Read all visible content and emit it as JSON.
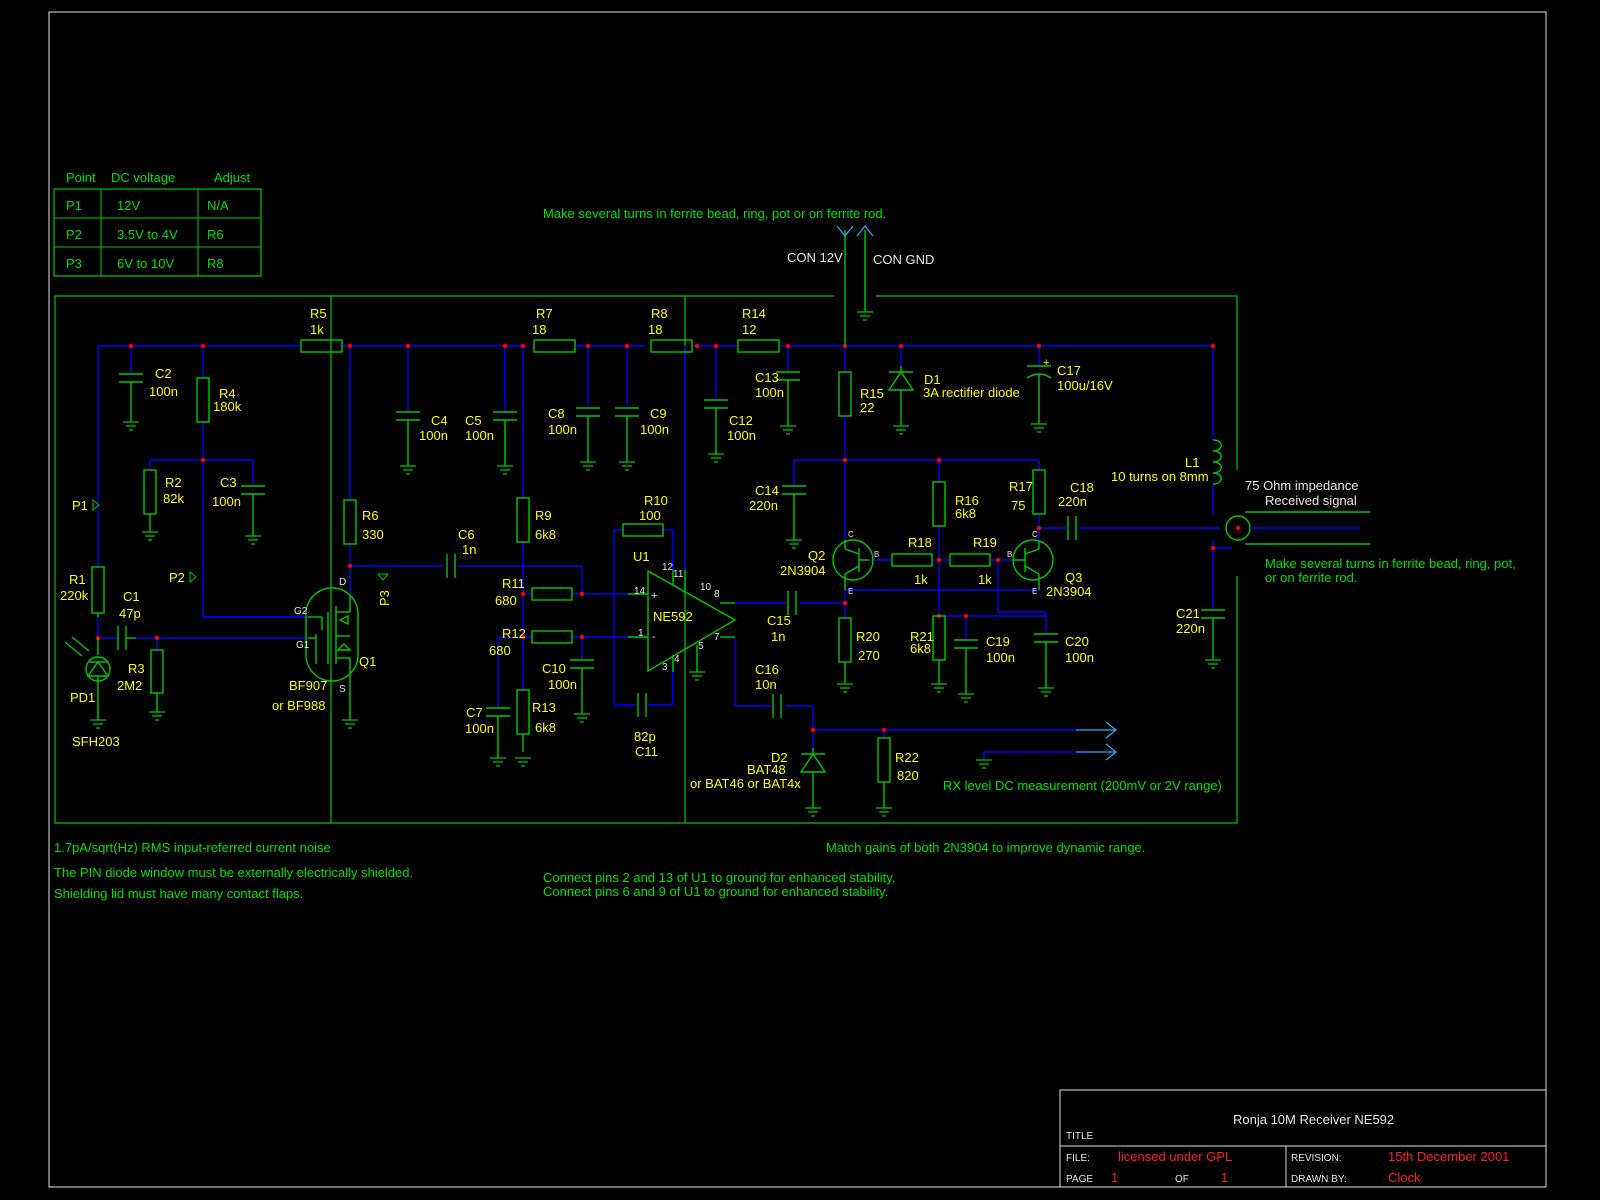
{
  "title_block": {
    "title": "Ronja 10M Receiver NE592",
    "title_label": "TITLE",
    "file_label": "FILE:",
    "file_value": "licensed under GPL",
    "revision_label": "REVISION:",
    "revision_value": "15th December 2001",
    "page_label": "PAGE",
    "page_value": "1",
    "of_label": "OF",
    "of_value": "1",
    "drawn_by_label": "DRAWN BY:",
    "drawn_by_value": "Clock"
  },
  "adjust_table": {
    "headers": [
      "Point",
      "DC voltage",
      "Adjust"
    ],
    "rows": [
      [
        "P1",
        "12V",
        "N/A"
      ],
      [
        "P2",
        "3.5V to 4V",
        "R6"
      ],
      [
        "P3",
        "6V to 10V",
        "R8"
      ]
    ]
  },
  "notes": {
    "ferrite_top": "Make several turns in ferrite bead, ring, pot or on ferrite rod.",
    "ferrite_right_1": "Make several turns in ferrite bead, ring, pot,",
    "ferrite_right_2": "or on ferrite rod.",
    "impedance_1": "75 Ohm impedance",
    "impedance_2": "Received signal",
    "rx_level": "RX level DC measurement (200mV or 2V range)",
    "noise": "1.7pA/sqrt(Hz) RMS input-referred current noise",
    "shield_1": "The PIN diode window must be externally electrically shielded.",
    "shield_2": "Shielding lid must have many contact flaps.",
    "match_gains": "Match gains of both 2N3904 to improve dynamic range.",
    "pins_1": "Connect pins 2 and 13 of U1 to ground for enhanced stability.",
    "pins_2": "Connect pins 6 and 9 of U1 to ground for enhanced stability."
  },
  "connectors": {
    "con12v": "CON 12V",
    "congnd": "CON GND"
  },
  "test_points": {
    "p1": "P1",
    "p2": "P2",
    "p3": "P3"
  },
  "components": {
    "r1": [
      "R1",
      "220k"
    ],
    "r2": [
      "R2",
      "82k"
    ],
    "r3": [
      "R3",
      "2M2"
    ],
    "r4": [
      "R4",
      "180k"
    ],
    "r5": [
      "R5",
      "1k"
    ],
    "r6": [
      "R6",
      "330"
    ],
    "r7": [
      "R7",
      "18"
    ],
    "r8": [
      "R8",
      "18"
    ],
    "r9": [
      "R9",
      "6k8"
    ],
    "r10": [
      "R10",
      "100"
    ],
    "r11": [
      "R11",
      "680"
    ],
    "r12": [
      "R12",
      "680"
    ],
    "r13": [
      "R13",
      "6k8"
    ],
    "r14": [
      "R14",
      "12"
    ],
    "r15": [
      "R15",
      "22"
    ],
    "r16": [
      "R16",
      "6k8"
    ],
    "r17": [
      "R17",
      "75"
    ],
    "r18": [
      "R18",
      "1k"
    ],
    "r19": [
      "R19",
      "1k"
    ],
    "r20": [
      "R20",
      "270"
    ],
    "r21": [
      "R21",
      "6k8"
    ],
    "r22": [
      "R22",
      "820"
    ],
    "c1": [
      "C1",
      "47p"
    ],
    "c2": [
      "C2",
      "100n"
    ],
    "c3": [
      "C3",
      "100n"
    ],
    "c4": [
      "C4",
      "100n"
    ],
    "c5": [
      "C5",
      "100n"
    ],
    "c6": [
      "C6",
      "1n"
    ],
    "c7": [
      "C7",
      "100n"
    ],
    "c8": [
      "C8",
      "100n"
    ],
    "c9": [
      "C9",
      "100n"
    ],
    "c10": [
      "C10",
      "100n"
    ],
    "c11": [
      "82p",
      "C11"
    ],
    "c12": [
      "C12",
      "100n"
    ],
    "c13": [
      "C13",
      "100n"
    ],
    "c14": [
      "C14",
      "220n"
    ],
    "c15": [
      "C15",
      "1n"
    ],
    "c16": [
      "C16",
      "10n"
    ],
    "c17": [
      "C17",
      "100u/16V"
    ],
    "c18": [
      "C18",
      "220n"
    ],
    "c19": [
      "C19",
      "100n"
    ],
    "c20": [
      "C20",
      "100n"
    ],
    "c21": [
      "C21",
      "220n"
    ],
    "d1": [
      "D1",
      "3A rectifier diode"
    ],
    "d2": [
      "D2",
      "BAT48",
      "or BAT46 or BAT4x"
    ],
    "l1": [
      "L1",
      "10 turns on 8mm"
    ],
    "pd1": [
      "PD1",
      "SFH203"
    ],
    "q1": [
      "Q1",
      "BF907",
      "or BF988"
    ],
    "q2": [
      "Q2",
      "2N3904"
    ],
    "q3": [
      "Q3",
      "2N3904"
    ],
    "u1": [
      "U1",
      "NE592"
    ]
  },
  "pin_labels": {
    "u1_14": "14",
    "u1_1": "1",
    "u1_12": "12",
    "u1_11": "11",
    "u1_10": "10",
    "u1_8": "8",
    "u1_7": "7",
    "u1_5": "5",
    "u1_4": "4",
    "u1_3": "3",
    "q1_d": "D",
    "q1_s": "S",
    "q1_g1": "G1",
    "q1_g2": "G2",
    "q2_c": "C",
    "q2_b": "B",
    "q2_e": "E",
    "q3_c": "C",
    "q3_b": "B",
    "q3_e": "E",
    "plus": "+",
    "minus": "-"
  },
  "colors": {
    "background": "#000000",
    "wire": "#0000ff",
    "part": "#00c800",
    "ref_text": "#ffff00",
    "note_text": "#00e000",
    "title_field": "#ff2020",
    "junction": "#ff0000"
  }
}
